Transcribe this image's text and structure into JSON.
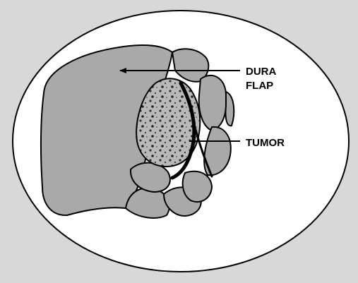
{
  "labels": {
    "dura_line1": "DURA",
    "dura_line2": "FLAP",
    "tumor": "TUMOR"
  },
  "colors": {
    "background": "#d8d8d8",
    "field": "#ffffff",
    "tissue": "#a9a9a9",
    "outline": "#000000"
  }
}
